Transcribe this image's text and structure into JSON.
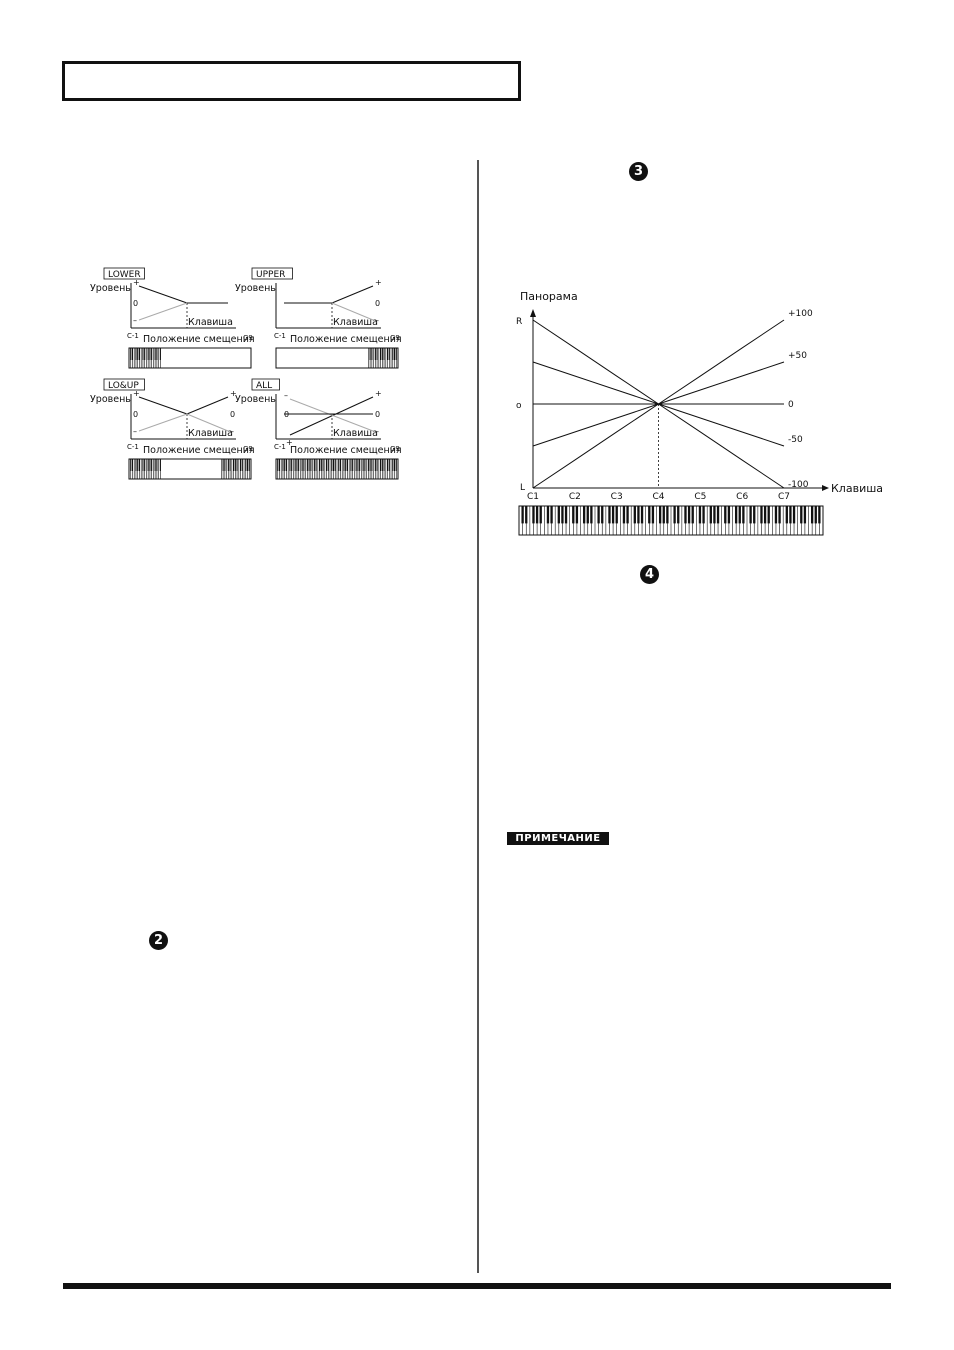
{
  "markers": {
    "m2": "2",
    "m3": "3",
    "m4": "4"
  },
  "note_label": "ПРИМЕЧАНИЕ",
  "bias_diagrams": [
    {
      "mode": "LOWER",
      "level_label": "Уровень",
      "key_label": "Клавиша",
      "position_label": "Положение смещения",
      "range_low": "C-1",
      "range_high": "G9",
      "plus": "+",
      "zero": "0",
      "minus": "–"
    },
    {
      "mode": "UPPER",
      "level_label": "Уровень",
      "key_label": "Клавиша",
      "position_label": "Положение смещения",
      "range_low": "C-1",
      "range_high": "G9",
      "plus": "+",
      "zero": "0",
      "minus": "–"
    },
    {
      "mode": "LO&UP",
      "level_label": "Уровень",
      "key_label": "Клавиша",
      "position_label": "Положение смещения",
      "range_low": "C-1",
      "range_high": "G9",
      "plus": "+",
      "zero": "0",
      "minus": "–"
    },
    {
      "mode": "ALL",
      "level_label": "Уровень",
      "key_label": "Клавиша",
      "position_label": "Положение смещения",
      "range_low": "C-1",
      "range_high": "G9",
      "plus": "+",
      "zero": "0",
      "minus": "–"
    }
  ],
  "chart_data": {
    "type": "line",
    "ylabel": "Панорама",
    "xlabel": "Клавиша",
    "categories": [
      "C1",
      "C2",
      "C3",
      "C4",
      "C5",
      "C6",
      "C7"
    ],
    "y_tick_labels": {
      "top": "R",
      "middle": "o",
      "bottom": "L"
    },
    "ylim": [
      -100,
      100
    ],
    "pivot": "C4",
    "series": [
      {
        "name": "+100",
        "values": [
          -100,
          -66.7,
          -33.3,
          0,
          33.3,
          66.7,
          100
        ]
      },
      {
        "name": "+50",
        "values": [
          -50,
          -33.3,
          -16.7,
          0,
          16.7,
          33.3,
          50
        ]
      },
      {
        "name": "0",
        "values": [
          0,
          0,
          0,
          0,
          0,
          0,
          0
        ]
      },
      {
        "name": "-50",
        "values": [
          50,
          33.3,
          16.7,
          0,
          -16.7,
          -33.3,
          -50
        ]
      },
      {
        "name": "-100",
        "values": [
          100,
          66.7,
          33.3,
          0,
          -33.3,
          -66.7,
          -100
        ]
      }
    ]
  }
}
